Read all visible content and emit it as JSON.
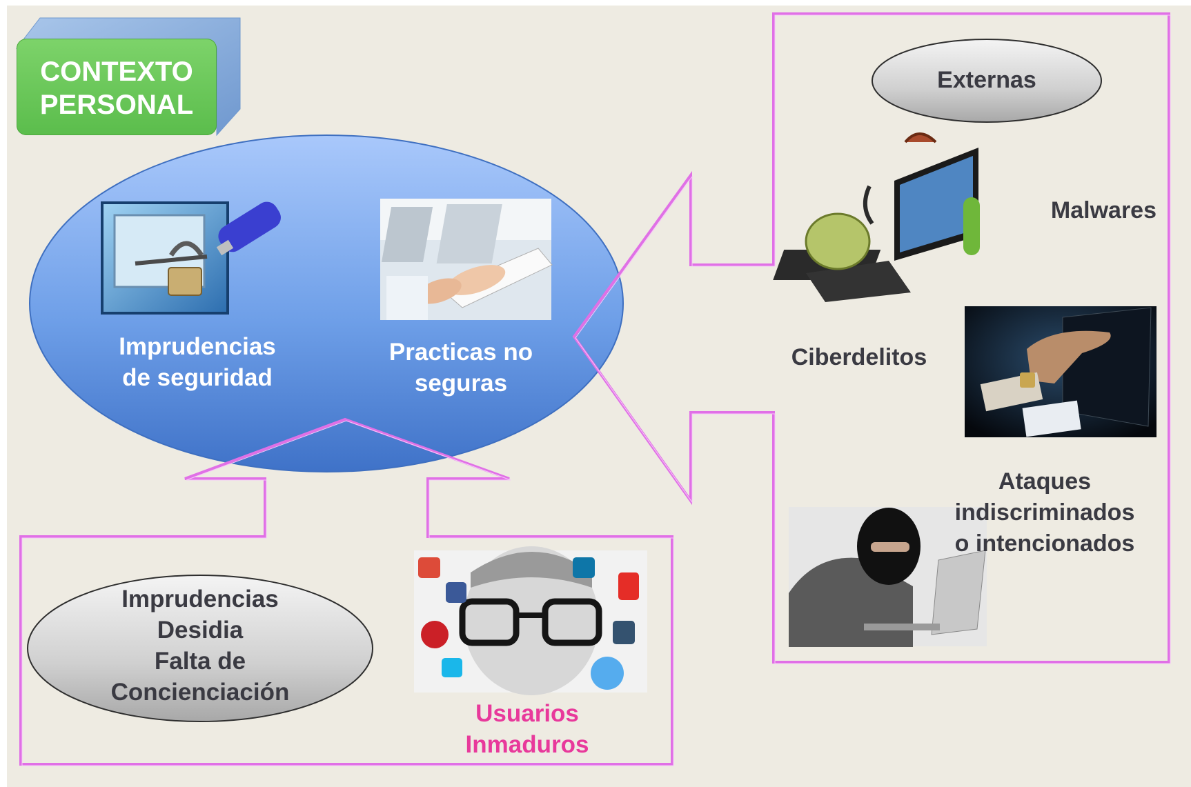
{
  "context_badge": {
    "lines": [
      "CONTEXTO",
      "PERSONAL"
    ]
  },
  "center_ellipse": {
    "left_item": {
      "lines": [
        "Imprudencias",
        "de seguridad"
      ],
      "image": "padlock-monitor-usb-image"
    },
    "right_item": {
      "lines": [
        "Practicas no",
        "seguras"
      ],
      "image": "typing-keyboard-image"
    }
  },
  "external_panel": {
    "header": "Externas",
    "malwares": "Malwares",
    "ciberdelitos": "Ciberdelitos",
    "ataques": [
      "Ataques",
      "indiscriminados",
      "o intencionados"
    ]
  },
  "internal_panel": {
    "ellipse_lines": [
      "Imprudencias",
      "Desidia",
      "Falta de",
      "Concienciación"
    ],
    "users": [
      "Usuarios",
      "Inmaduros"
    ]
  },
  "colors": {
    "background": "#eeebe2",
    "connector_pink": "#e070e6",
    "badge_green": "#6cc95a",
    "badge_blue": "#8fb4e0",
    "ellipse_blue": "#5b8fe0",
    "users_pink": "#e8399b"
  }
}
